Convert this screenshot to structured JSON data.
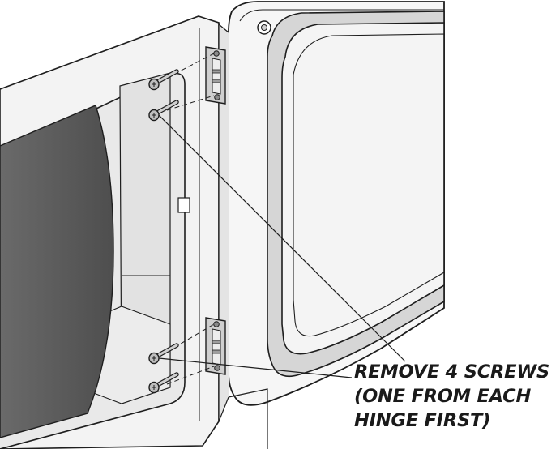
{
  "instruction": {
    "lines": [
      "REMOVE 4 SCREWS",
      "(ONE FROM EACH",
      "HINGE FIRST)"
    ]
  },
  "colors": {
    "outline": "#1e1e1e",
    "panel_fill": "#f2f2f2",
    "recess_fill": "#e6e6e6",
    "drum_dark": "#5a5a5a",
    "door_frame": "#d4d4d4",
    "window_fill": "#f4f4f4",
    "hinge_fill": "#c9c9c9"
  },
  "icons": {
    "hinges": "hinge-icon",
    "screws": "screw-icon"
  }
}
